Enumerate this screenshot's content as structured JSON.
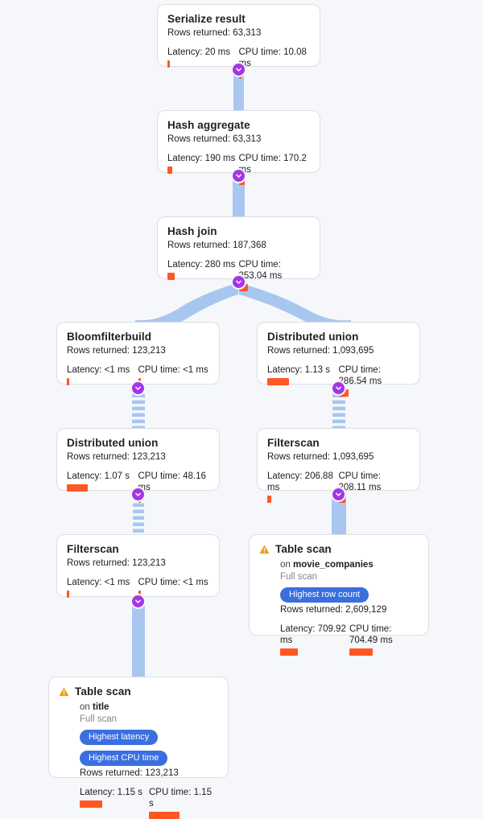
{
  "diagram": {
    "type": "query-execution-plan",
    "background_color": "#f5f7fa",
    "bar_color": "#ff5722",
    "badge_color": "#3b6fe0",
    "edge_color": "#a8c7f0",
    "collapse_color": "#a335e8",
    "warn_color": "#f29900",
    "labels": {
      "rows_prefix": "Rows returned: ",
      "latency_prefix": "Latency: ",
      "cpu_prefix": "CPU time: ",
      "on_prefix": "on ",
      "collapse_icon": "chevron-down-icon",
      "warning_icon": "warning-triangle-icon"
    },
    "nodes": [
      {
        "id": "serialize-result",
        "title": "Serialize result",
        "rows": "Rows returned: 63,313",
        "latency": "Latency: 20 ms",
        "cpu": "CPU time: 10.08 ms",
        "latency_bar": 3,
        "cpu_bar": 3,
        "badges": [],
        "has_warning": false,
        "table": "",
        "scan_type": ""
      },
      {
        "id": "hash-aggregate",
        "title": "Hash aggregate",
        "rows": "Rows returned: 63,313",
        "latency": "Latency: 190 ms",
        "cpu": "CPU time: 170.2 ms",
        "latency_bar": 6,
        "cpu_bar": 7,
        "badges": [],
        "has_warning": false,
        "table": "",
        "scan_type": ""
      },
      {
        "id": "hash-join",
        "title": "Hash join",
        "rows": "Rows returned: 187,368",
        "latency": "Latency: 280 ms",
        "cpu": "CPU time: 253.04 ms",
        "latency_bar": 9,
        "cpu_bar": 11,
        "badges": [],
        "has_warning": false,
        "table": "",
        "scan_type": ""
      },
      {
        "id": "bloomfilterbuild",
        "title": "Bloomfilterbuild",
        "rows": "Rows returned: 123,213",
        "latency": "Latency: <1 ms",
        "cpu": "CPU time: <1 ms",
        "latency_bar": 3,
        "cpu_bar": 3,
        "badges": [],
        "has_warning": false,
        "table": "",
        "scan_type": ""
      },
      {
        "id": "distributed-union-right",
        "title": "Distributed union",
        "rows": "Rows returned: 1,093,695",
        "latency": "Latency: 1.13 s",
        "cpu": "CPU time: 286.54 ms",
        "latency_bar": 27,
        "cpu_bar": 12,
        "badges": [],
        "has_warning": false,
        "table": "",
        "scan_type": ""
      },
      {
        "id": "distributed-union-left",
        "title": "Distributed union",
        "rows": "Rows returned: 123,213",
        "latency": "Latency: 1.07 s",
        "cpu": "CPU time: 48.16 ms",
        "latency_bar": 26,
        "cpu_bar": 3,
        "badges": [],
        "has_warning": false,
        "table": "",
        "scan_type": ""
      },
      {
        "id": "filterscan-right",
        "title": "Filterscan",
        "rows": "Rows returned: 1,093,695",
        "latency": "Latency: 206.88 ms",
        "cpu": "CPU time: 208.11 ms",
        "latency_bar": 5,
        "cpu_bar": 8,
        "badges": [],
        "has_warning": false,
        "table": "",
        "scan_type": ""
      },
      {
        "id": "filterscan-left",
        "title": "Filterscan",
        "rows": "Rows returned: 123,213",
        "latency": "Latency: <1 ms",
        "cpu": "CPU time: <1 ms",
        "latency_bar": 3,
        "cpu_bar": 3,
        "badges": [],
        "has_warning": false,
        "table": "",
        "scan_type": ""
      },
      {
        "id": "table-scan-movie-companies",
        "title": "Table scan",
        "table": "movie_companies",
        "scan_type": "Full scan",
        "rows": "Rows returned: 2,609,129",
        "latency": "Latency: 709.92 ms",
        "cpu": "CPU time: 704.49 ms",
        "latency_bar": 22,
        "cpu_bar": 29,
        "badges": [
          "Highest row count"
        ],
        "has_warning": true
      },
      {
        "id": "table-scan-title",
        "title": "Table scan",
        "table": "title",
        "scan_type": "Full scan",
        "rows": "Rows returned: 123,213",
        "latency": "Latency: 1.15 s",
        "cpu": "CPU time: 1.15 s",
        "latency_bar": 28,
        "cpu_bar": 38,
        "badges": [
          "Highest latency",
          "Highest CPU time"
        ],
        "has_warning": true
      }
    ]
  }
}
